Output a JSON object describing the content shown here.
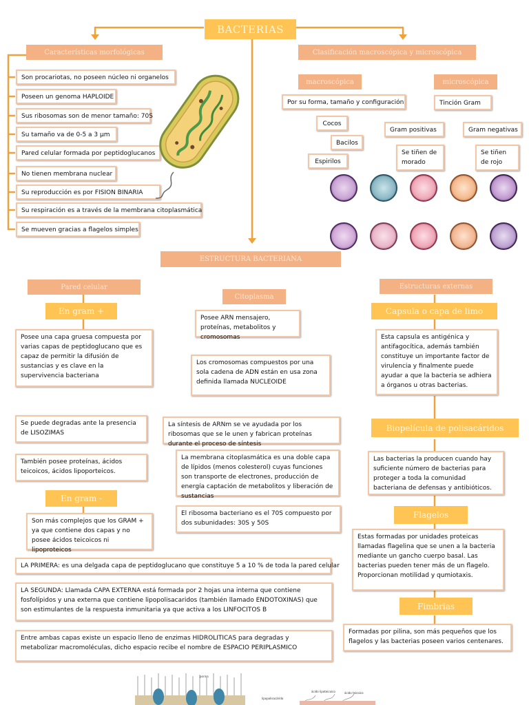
{
  "title": "BACTERIAS",
  "sections": {
    "morfologicas": "Características morfológicas",
    "clasificacion": "Clasificación macroscópica y microscópica",
    "macroscopica": "macroscópica",
    "microscopica": "microscópica",
    "estructura": "ESTRUCTURA BACTERIANA",
    "pared": "Pared celular",
    "citoplasma": "Citoplasma",
    "externas": "Estructuras externas"
  },
  "morfologicas": [
    "Son procariotas, no poseen núcleo ni organelos",
    "Poseen un genoma HAPLOIDE",
    "Sus ribosomas son de menor tamaño: 70S",
    "Su tamaño va de 0-5 a 3 µm",
    "Pared celular formada por peptidoglucanos",
    "No tienen membrana nuclear",
    "Su reproducción es por FISION BINARIA",
    "Su respiración es a través de la membrana citoplasmática",
    "Se mueven gracias a flagelos simples"
  ],
  "macro": {
    "forma": "Por su forma, tamaño y configuración",
    "cocos": "Cocos",
    "bacilos": "Bacilos",
    "espirilos": "Espirilos"
  },
  "micro": {
    "tincion": "Tinción Gram",
    "pos": "Gram positivas",
    "neg": "Gram negativas",
    "pos_color": "Se tiñen de morado",
    "neg_color": "Se tiñen de rojo"
  },
  "pared": {
    "gram_pos": "En gram +",
    "pos_1": "Posee una capa gruesa compuesta por varias capas de peptidoglucano que es capaz de permitir la difusión de sustancias y es clave en la supervivencia bacteriana",
    "pos_2": "Se puede degradas ante la presencia de LISOZIMAS",
    "pos_3": "También posee proteínas, ácidos teicoicos, ácidos lipoporteicos.",
    "gram_neg": "En gram -",
    "neg_1": "Son más complejos que los GRAM + ya que contiene dos capas y no posee ácidos teicoicos ni lipoproteicos",
    "neg_2": "LA PRIMERA: es una delgada capa de peptidoglucano que constituye 5 a 10 % de toda la pared celular",
    "neg_3": "LA SEGUNDA: Llamada CAPA EXTERNA está formada por 2 hojas una interna que contiene fosfolípidos y una externa que contiene lipopolisacaridos (también llamado ENDOTOXINAS) que son estimulantes de la respuesta inmunitaria ya que activa a los LINFOCITOS B",
    "neg_4": "Entre ambas capas existe un espacio lleno de enzimas HIDROLITICAS para degradas y metabolizar macromoléculas, dicho espacio recibe el nombre de ESPACIO PERIPLASMICO"
  },
  "citoplasma": {
    "c1": "Posee ARN mensajero, proteínas, metabolitos y cromosomas",
    "c2": "Los cromosomas compuestos por una sola cadena de ADN están en usa zona definida llamada NUCLEOIDE",
    "c3": "La síntesis de ARNm se ve ayudada por los ribosomas que se le unen y fabrican proteínas durante el proceso de síntesis",
    "c4": "La membrana citoplasmática es una doble capa de lípidos (menos colesterol) cuyas funciones son transporte de electrones, producción de energía captación de metabolitos y liberación de sustancias",
    "c5": "El ribosoma bacteriano es el 70S compuesto por dos subunidades: 30S y 50S"
  },
  "externas": {
    "capsula": "Capsula o capa de limo",
    "capsula_txt": "Esta capsula es antigénica y antifagocítica, además también constituye un importante factor de virulencia y finalmente puede ayudar a que la bacteria se adhiera a órganos u otras bacterias.",
    "biopelicula": "Biopelícula de polisacáridos",
    "biopelicula_txt": "Las bacterias la producen cuando hay suficiente número de bacterias para proteger a toda la comunidad bacteriana de defensas y antibióticos.",
    "flagelos": "Flagelos",
    "flagelos_txt": "Estas formadas por unidades proteicas llamadas flagelina que se unen a la bacteria mediante un gancho cuerpo basal. Las bacterias pueden tener más de un flagelo. Proporcionan motilidad y qumiotaxis.",
    "fimbrias": "Fimbrias",
    "fimbrias_txt": "Formadas por pilina, son más pequeños que los flagelos y las bacterias poseen varios centenares."
  },
  "diagram_labels": {
    "l1": "porina",
    "l2": "lipopolisacárido",
    "l3": "ácido lipoteicoico",
    "l4": "ácido teicoico"
  },
  "colors": {
    "accent": "#f0a23a",
    "header_salmon": "#f4b183",
    "header_gold": "#ffc454",
    "border": "#f3c6a6"
  }
}
